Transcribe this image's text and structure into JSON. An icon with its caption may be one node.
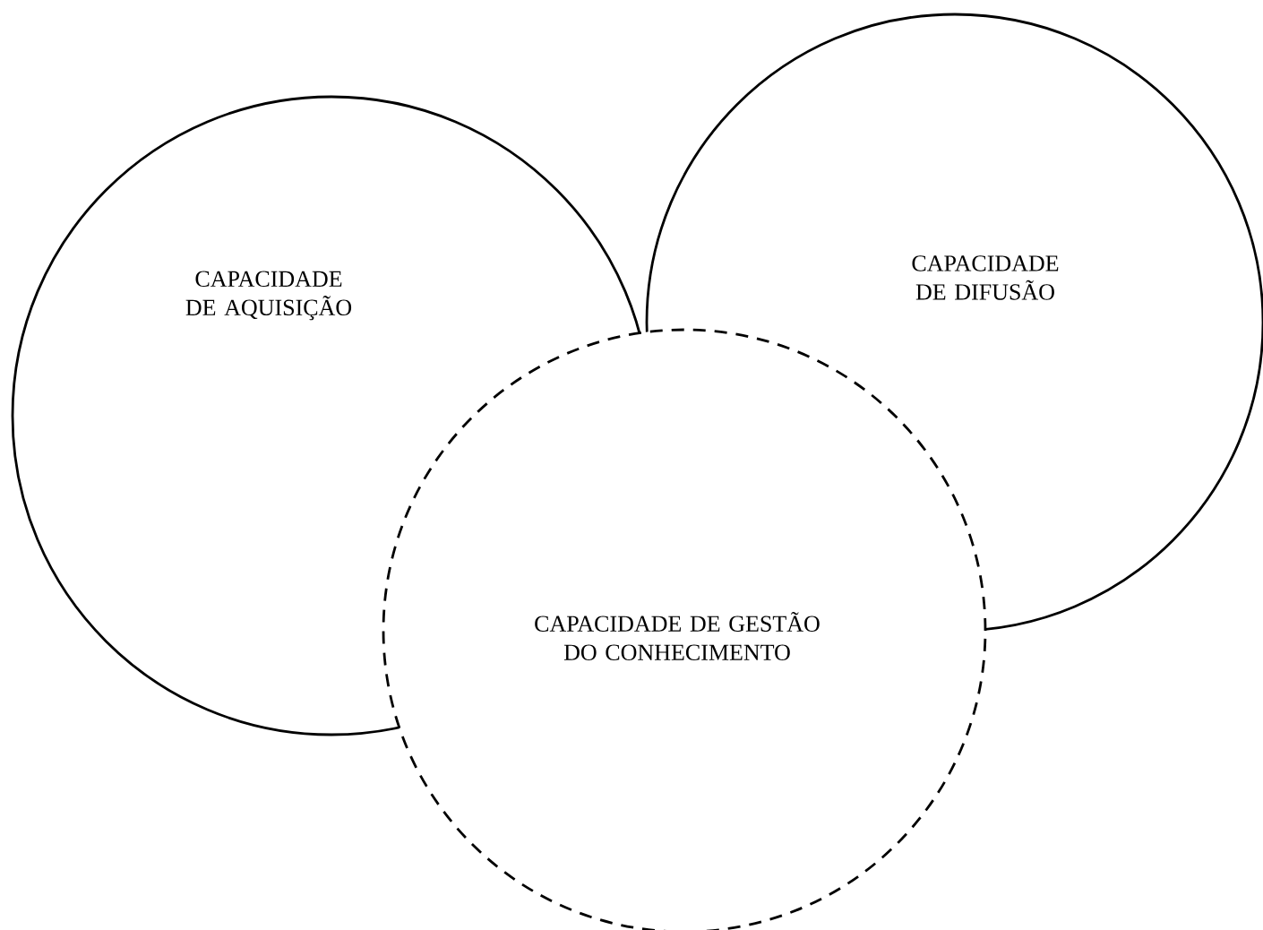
{
  "diagram": {
    "nodes": [
      {
        "text": [
          "CAPACIDADE DE AQUISIÇÃO"
        ]
      },
      {
        "text": [
          "CAPACIDADE DE DIFUSÃO"
        ]
      },
      {
        "text": [
          "CAPACIDADE DE GESTÃO DO CONHECIMENTO"
        ]
      }
    ]
  }
}
